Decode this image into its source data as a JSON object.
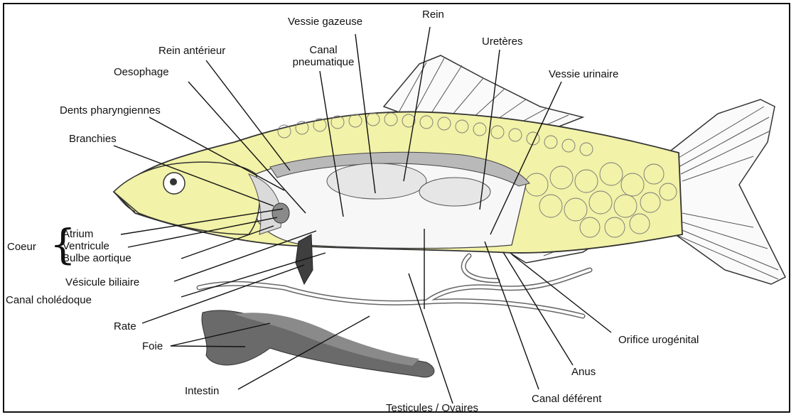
{
  "labels": {
    "vessie_gazeuse": "Vessie gazeuse",
    "rein": "Rein",
    "ureteres": "Uretères",
    "rein_anterieur": "Rein antérieur",
    "canal_pneumatique": "Canal\npneumatique",
    "oesophage": "Oesophage",
    "vessie_urinaire": "Vessie urinaire",
    "dents_pharyngiennes": "Dents pharyngiennes",
    "branchies": "Branchies",
    "coeur": "Coeur",
    "atrium": "Atrium",
    "ventricule": "Ventricule",
    "bulbe_aortique": "Bulbe aortique",
    "vesicule_biliaire": "Vésicule biliaire",
    "canal_choledoque": "Canal cholédoque",
    "rate": "Rate",
    "foie": "Foie",
    "intestin": "Intestin",
    "testicules_ovaires": "Testicules / Ovaires",
    "canal_deferent": "Canal déférent",
    "anus": "Anus",
    "orifice_urogenital": "Orifice urogénital"
  },
  "colors": {
    "body_fill": "#f2f2a8",
    "organ_grey": "#b9b9b9",
    "dark_organ": "#5a5a5a",
    "line": "#111111"
  }
}
